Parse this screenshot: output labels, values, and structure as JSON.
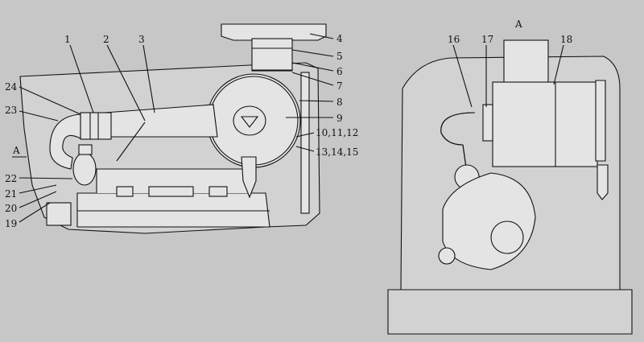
{
  "left_view": {
    "section_marker": "A",
    "callouts": [
      "1",
      "2",
      "3",
      "4",
      "5",
      "6",
      "7",
      "8",
      "9",
      "10,11,12",
      "13,14,15",
      "19",
      "20",
      "21",
      "22",
      "23",
      "24"
    ]
  },
  "right_view": {
    "view_title": "A",
    "callouts": [
      "16",
      "17",
      "18"
    ]
  }
}
